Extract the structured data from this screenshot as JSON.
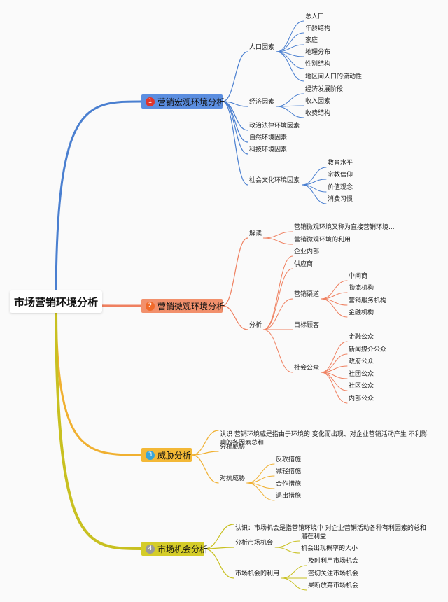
{
  "root": "市场营销环境分析",
  "branches": [
    {
      "num": "1",
      "label": "营销宏观环境分析",
      "color": "#4a7fd0",
      "bg": "#5b8ee0",
      "numColor": "#e0352b",
      "children": [
        {
          "label": "人口因素",
          "children": [
            "总人口",
            "年龄结构",
            "家庭",
            "地理分布",
            "性别结构",
            "地区间人口的流动性"
          ]
        },
        {
          "label": "经济因素",
          "children": [
            "经济发展阶段",
            "收入因素",
            "收费结构"
          ]
        },
        {
          "label": "政治法律环境因素",
          "children": []
        },
        {
          "label": "自然环境因素",
          "children": []
        },
        {
          "label": "科技环境因素",
          "children": []
        },
        {
          "label": "社会文化环境因素",
          "children": [
            "教育水平",
            "宗教信仰",
            "价值观念",
            "消费习惯"
          ]
        }
      ]
    },
    {
      "num": "2",
      "label": "营销微观环境分析",
      "color": "#ef8060",
      "bg": "#f2906c",
      "numColor": "#f06a2a",
      "children": [
        {
          "label": "解读",
          "children": [
            "营销微观环境又称为直接营销环境...",
            "营销微观环境的利用"
          ]
        },
        {
          "label": "分析",
          "children": [
            "企业内部",
            "供应商",
            {
              "label": "营销渠道",
              "children": [
                "中间商",
                "物流机构",
                "营销服务机构",
                "金融机构"
              ]
            },
            "目标顾客",
            {
              "label": "社会公众",
              "children": [
                "金融公众",
                "新闻媒介公众",
                "政府公众",
                "社团公众",
                "社区公众",
                "内部公众"
              ]
            }
          ]
        }
      ]
    },
    {
      "num": "3",
      "label": "威胁分析",
      "color": "#f0b030",
      "bg": "#f3b836",
      "numColor": "#3aa5d8",
      "children": [
        {
          "label": "认识 营销环境威是指由于环境的 变化而出现、对企业营销活动产生 不利影响的各因素总和",
          "children": []
        },
        {
          "label": "分析威胁",
          "children": []
        },
        {
          "label": "对抗威胁",
          "children": [
            "反攻措施",
            "减轻措施",
            "合作措施",
            "退出措施"
          ]
        }
      ]
    },
    {
      "num": "4",
      "label": "市场机会分析",
      "color": "#c8c020",
      "bg": "#d4cc28",
      "numColor": "#999999",
      "children": [
        {
          "label": "认识：市场机会是指营销环境中 对企业营销活动各种有利因素的总和",
          "children": []
        },
        {
          "label": "分析市场机会",
          "children": [
            "潜在利益",
            "机会出现概率的大小"
          ]
        },
        {
          "label": "市场机会的利用",
          "children": [
            "及时利用市场机会",
            "密切关注市场机会",
            "果断放弃市场机会"
          ]
        }
      ]
    }
  ]
}
